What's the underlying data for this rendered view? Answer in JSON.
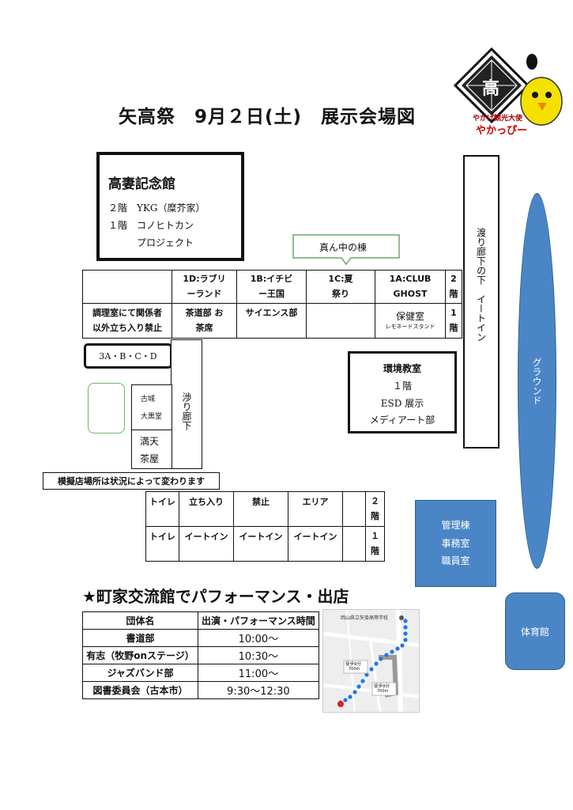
{
  "title": "矢高祭　9月２日(土)　展示会場図",
  "logo": {
    "kanji": "高",
    "caption1": "やかげ観光大使",
    "caption2": "やかっぴー"
  },
  "takatsuma": {
    "heading": "高妻記念館",
    "line1": "２階　YKG（糜芥家）",
    "line2": "１階　コノヒトカン",
    "line3": "プロジェクト"
  },
  "mannaka_label": "真ん中の棟",
  "building": {
    "row1": [
      "",
      "1D:ラブリーランド",
      "1B:イチビー王国",
      "1C:夏祭り",
      "1A:CLUB GHOST",
      "2階"
    ],
    "row2": [
      "調理室にて関係者以外立ち入り禁止",
      "茶道部 お茶席",
      "サイエンス部",
      "",
      "保健室",
      "1階"
    ],
    "lemonade": "レモネードスタンド"
  },
  "classroom_3": "3A・B・C・D",
  "kojo": "古城",
  "daikoku": "大黒堂",
  "manten": "満天",
  "chaya": "茶屋",
  "corridor": "渉り廊下",
  "corridor_right": "渡り廊下の下　イートイン",
  "kankyo": {
    "heading": "環境教室",
    "line1": "１階",
    "line2": "ESD 展示",
    "line3": "メディアート部"
  },
  "notice": "模擬店場所は状況によって変わります",
  "lower": {
    "row1": [
      "トイレ",
      "立ち入り",
      "禁止",
      "エリア",
      "",
      "２階"
    ],
    "row2": [
      "トイレ",
      "イートイン",
      "イートイン",
      "イートイン",
      "",
      "１階"
    ]
  },
  "ground": "グラウンド",
  "kanri": [
    "管理棟",
    "事務室",
    "職員室"
  ],
  "gym": "体育館",
  "machiya_heading": "★町家交流館でパフォーマンス・出店",
  "perf_table": {
    "headers": [
      "団体名",
      "出演・パフォーマンス時間"
    ],
    "rows": [
      [
        "書道部",
        "10:00～"
      ],
      [
        "有志（牧野onステージ）",
        "10:30～"
      ],
      [
        "ジャズバンド部",
        "11:00～"
      ],
      [
        "図書委員会（古本市）",
        "9:30～12:30"
      ]
    ]
  },
  "map": {
    "school_label": "岡山県立矢掛高等学校",
    "walk1": "徒歩9分",
    "dist1": "700m",
    "walk2": "徒歩9分",
    "dist2": "700m"
  },
  "colors": {
    "blue": "#4a86c6",
    "green": "#6cb86c"
  }
}
